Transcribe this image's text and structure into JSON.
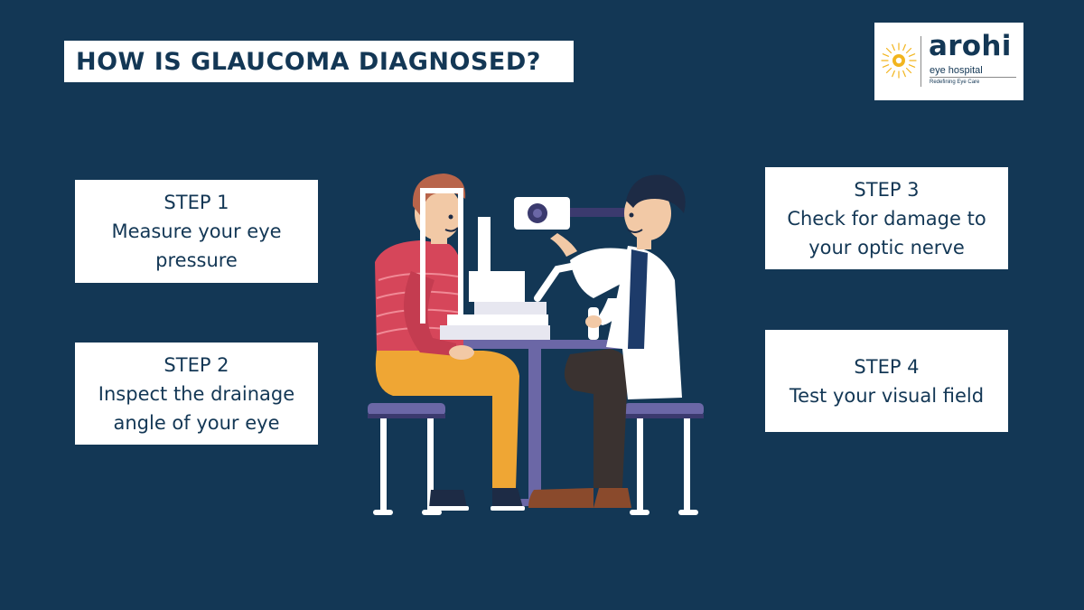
{
  "header": {
    "title": "HOW IS GLAUCOMA DIAGNOSED?"
  },
  "logo": {
    "name": "arohi",
    "subtitle": "eye hospital",
    "tagline": "Redefining Eye Care",
    "icon": "sun-eye-icon"
  },
  "steps": [
    {
      "heading": "STEP 1",
      "lines": [
        "Measure your eye",
        "pressure"
      ]
    },
    {
      "heading": "STEP 2",
      "lines": [
        "Inspect the drainage",
        "angle of your eye"
      ]
    },
    {
      "heading": "STEP 3",
      "lines": [
        "Check for damage to",
        "your optic nerve"
      ]
    },
    {
      "heading": "STEP 4",
      "lines": [
        "Test your visual field"
      ]
    }
  ],
  "colors": {
    "background": "#133755",
    "box": "#ffffff",
    "text": "#133755",
    "accent_sun": "#f2b51e",
    "patient_shirt": "#d6465a",
    "patient_pants": "#efa634",
    "doctor_coat": "#ffffff",
    "furniture": "#6b67a6"
  }
}
